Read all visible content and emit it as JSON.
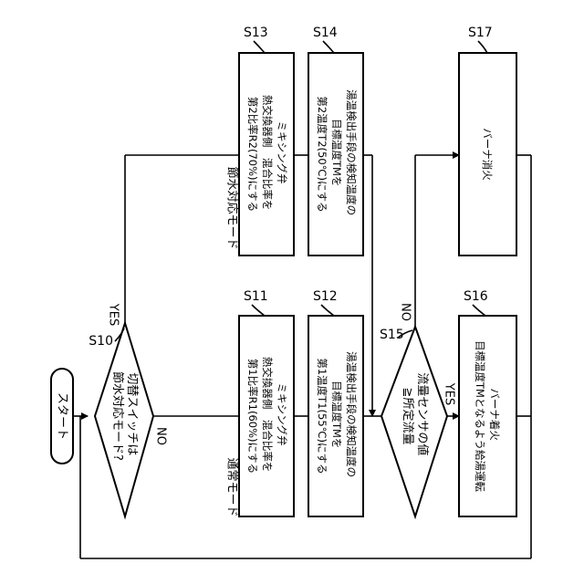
{
  "start": {
    "label": "スタート"
  },
  "s10": {
    "step": "S10",
    "lines": [
      "切替スイッチは",
      "節水対応モード?"
    ],
    "yes": "YES",
    "no": "NO"
  },
  "modes": {
    "normal": "通常モード",
    "water_saving": "節水対応モード"
  },
  "s11": {
    "step": "S11",
    "lines": [
      "ミキシング弁",
      "熱交換器側　混合比率を",
      "第1比率R1(60%)にする"
    ]
  },
  "s12": {
    "step": "S12",
    "lines": [
      "湯温検出手段の検知温度の",
      "目標温度TMを",
      "第1温度T1(55℃)にする"
    ]
  },
  "s13": {
    "step": "S13",
    "lines": [
      "ミキシング弁",
      "熱交換器側　混合比率を",
      "第2比率R2(70%)にする"
    ]
  },
  "s14": {
    "step": "S14",
    "lines": [
      "湯温検出手段の検知温度の",
      "目標温度TMを",
      "第2温度T2(50℃)にする"
    ]
  },
  "s15": {
    "step": "S15",
    "lines": [
      "流量センサの値",
      "≧所定流量"
    ],
    "yes": "YES",
    "no": "NO"
  },
  "s16": {
    "step": "S16",
    "lines": [
      "バーナ着火",
      "目標温度TMとなるよう給湯運転"
    ]
  },
  "s17": {
    "step": "S17",
    "lines": [
      "バーナ消火"
    ]
  }
}
